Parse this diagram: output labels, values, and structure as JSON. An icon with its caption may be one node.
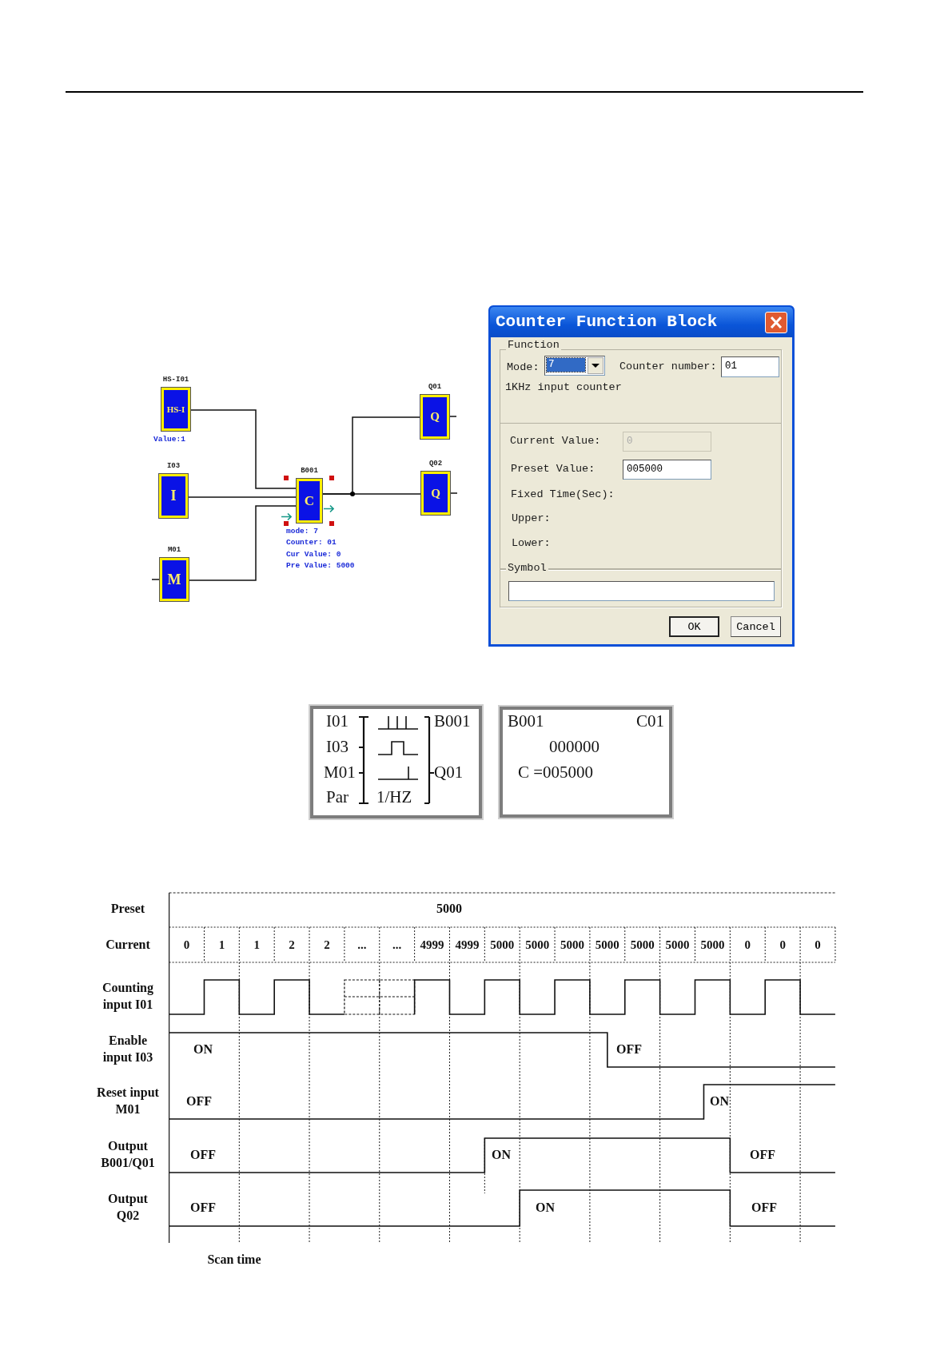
{
  "diagram": {
    "nodes": [
      {
        "text": [
          "HS-I01",
          "HS-I"
        ],
        "beside": [
          "Value:1"
        ]
      },
      {
        "text": [
          "I03",
          "I"
        ]
      },
      {
        "text": [
          "M01",
          "M"
        ]
      },
      {
        "text": [
          "B001",
          "C"
        ],
        "beside": [
          "mode: 7",
          "Counter: 01",
          "Cur Value: 0",
          "Pre Value: 5000"
        ]
      },
      {
        "text": [
          "Q01",
          "Q"
        ]
      },
      {
        "text": [
          "Q02",
          "Q"
        ]
      }
    ],
    "edges": [
      {
        "from": 0,
        "to": 3,
        "arrow": "none"
      },
      {
        "from": 1,
        "to": 3,
        "arrow": "none"
      },
      {
        "from": 2,
        "to": 3,
        "arrow": "none"
      },
      {
        "from": 3,
        "to": 4,
        "arrow": "none"
      },
      {
        "from": 3,
        "to": 5,
        "arrow": "none"
      }
    ],
    "labels": [
      "Counter Function Block",
      "Function",
      "Mode:",
      "7",
      "Counter number:",
      "01",
      "1KHz input counter",
      "Current Value:",
      "0",
      "Preset Value:",
      "005000",
      "Fixed Time(Sec):",
      "Upper:",
      "Lower:",
      "Symbol",
      "OK",
      "Cancel",
      "I01",
      "B001",
      "I03",
      "M01",
      "Q01",
      "Par",
      "1/HZ",
      "B001",
      "C01",
      "000000",
      "C =005000",
      "Preset",
      "5000",
      "Current",
      "0",
      "1",
      "1",
      "2",
      "2",
      "...",
      "...",
      "4999",
      "4999",
      "5000",
      "5000",
      "5000",
      "5000",
      "5000",
      "5000",
      "5000",
      "0",
      "0",
      "0",
      "Counting input I01",
      "Enable input I03",
      "ON",
      "OFF",
      "Reset input M01",
      "OFF",
      "ON",
      "Output B001/Q01",
      "OFF",
      "ON",
      "OFF",
      "Output Q02",
      "OFF",
      "ON",
      "OFF",
      "Scan time"
    ]
  }
}
